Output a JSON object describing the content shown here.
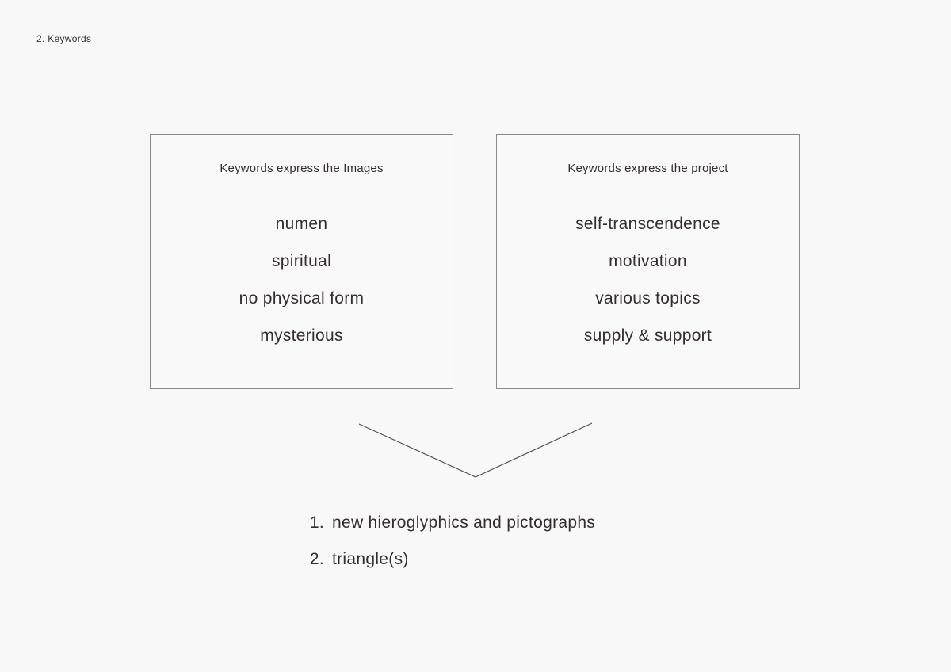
{
  "header": {
    "title": "2. Keywords"
  },
  "boxes": [
    {
      "heading": "Keywords express the Images",
      "keywords": [
        "numen",
        "spiritual",
        "no physical form",
        "mysterious"
      ]
    },
    {
      "heading": "Keywords express the project",
      "keywords": [
        "self-transcendence",
        "motivation",
        "various topics",
        "supply & support"
      ]
    }
  ],
  "results": [
    {
      "number": "1.",
      "text": "new hieroglyphics and pictographs"
    },
    {
      "number": "2.",
      "text": "triangle(s)"
    }
  ],
  "icons": {
    "chevron": "merge-chevron-down"
  },
  "colors": {
    "background": "#f8f8f8",
    "text": "#342c2e",
    "box_border": "#8d8889",
    "header_rule": "#4a4245",
    "chevron_line": "#56504f"
  }
}
